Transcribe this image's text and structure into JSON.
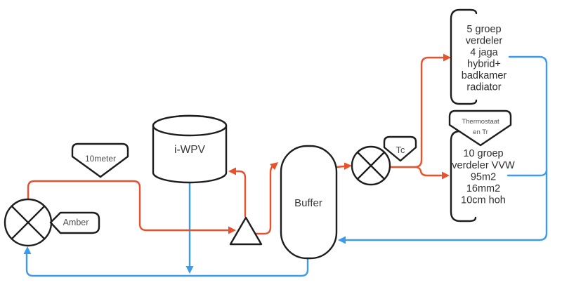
{
  "diagram": {
    "title": "heating-system-piping-diagram",
    "colors": {
      "supply_line": "#e8512e",
      "return_line": "#3d9be9",
      "shape_stroke": "#1d1d1d",
      "background": "#ffffff"
    },
    "components": {
      "left_pump_label": "Amber",
      "distance_label": "10meter",
      "tank_label": "i-WPV",
      "buffer_label": "Buffer",
      "right_pump_label": "Tc",
      "thermostat_label_line1": "Thermostaat",
      "thermostat_label_line2": "en Tr"
    },
    "top_block": {
      "lines": [
        "5 groep",
        "verdeler",
        "4 jaga",
        "hybrid+",
        "badkamer",
        "radiator"
      ]
    },
    "bottom_block": {
      "lines": [
        "10 groep",
        "verdeler VVW",
        "95m2",
        "16mm2",
        "10cm hoh"
      ]
    }
  }
}
